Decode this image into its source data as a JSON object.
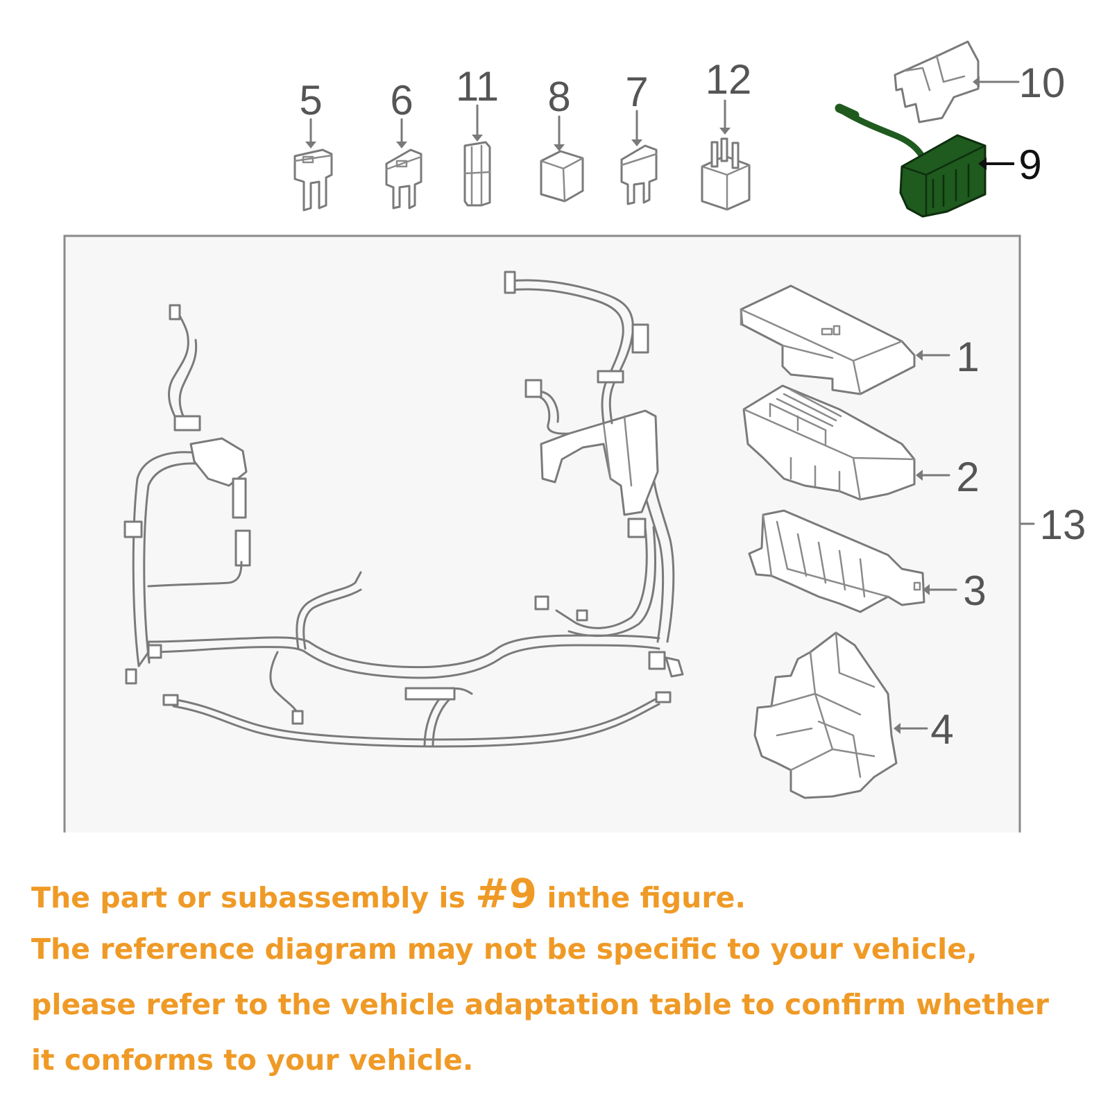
{
  "callouts": {
    "c1": "1",
    "c2": "2",
    "c3": "3",
    "c4": "4",
    "c5": "5",
    "c6": "6",
    "c7": "7",
    "c8": "8",
    "c9": "9",
    "c10": "10",
    "c11": "11",
    "c12": "12",
    "c13": "13"
  },
  "caption": {
    "line1_pre": "The part or subassembly is ",
    "line1_highlight": "#9",
    "line1_post": " inthe figure.",
    "line2": "The reference diagram may not be specific to your vehicle,",
    "line3": "please refer to the vehicle adaptation table to confirm whether",
    "line4": "it conforms to your vehicle."
  },
  "colors": {
    "caption_text": "#ef9a26",
    "highlight_part": "#1f5a1f",
    "line_art": "#7a7a7a",
    "panel_background": "#f7f7f7"
  }
}
